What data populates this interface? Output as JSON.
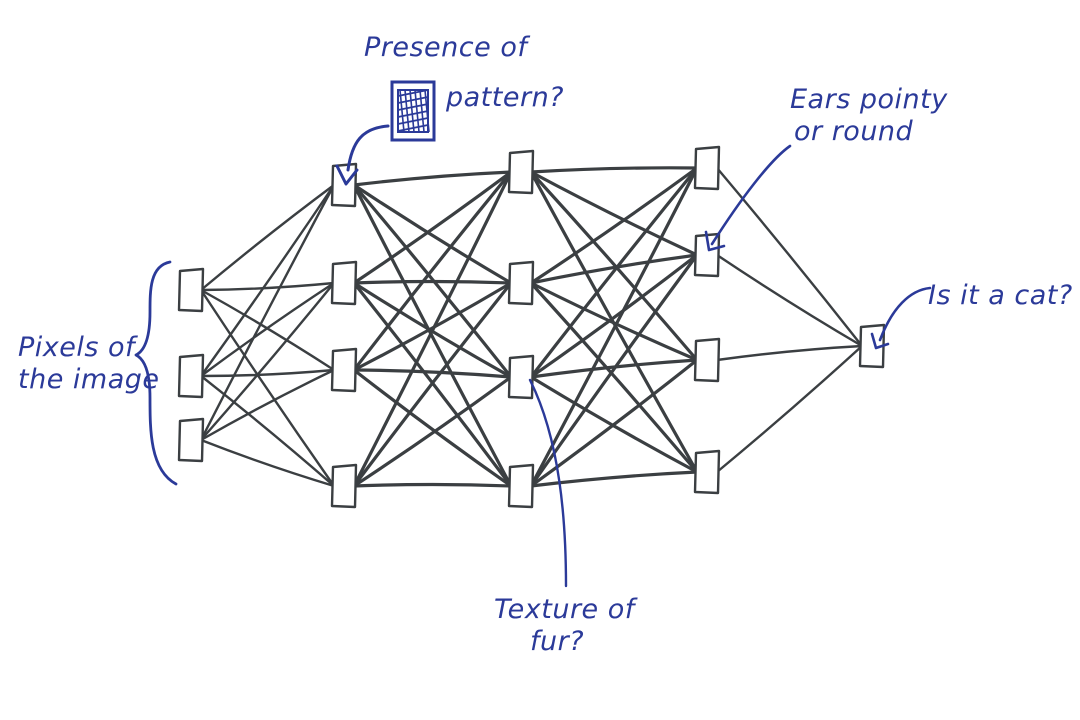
{
  "colors": {
    "background": "#ffffff",
    "network_ink": "#3b3f42",
    "annotation_ink": "#2b3a99"
  },
  "network": {
    "layers": [
      {
        "nodes": 3
      },
      {
        "nodes": 4
      },
      {
        "nodes": 4
      },
      {
        "nodes": 4
      },
      {
        "nodes": 1
      }
    ]
  },
  "annotations": {
    "input": {
      "line1": "Pixels of",
      "line2": "the image"
    },
    "pattern": {
      "line1": "Presence of",
      "line2": "pattern?",
      "icon": "pattern-icon"
    },
    "ears": {
      "line1": "Ears pointy",
      "line2": "or round"
    },
    "fur": {
      "line1": "Texture of",
      "line2": "fur?"
    },
    "cat": {
      "line1": "Is it a cat?"
    }
  }
}
